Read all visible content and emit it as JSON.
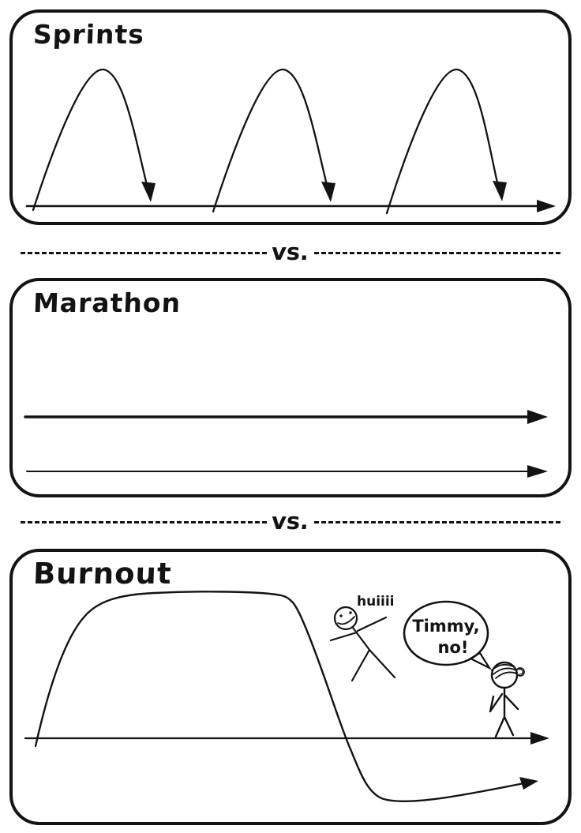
{
  "page": {
    "ink_color": "#131313",
    "background_color": "#ffffff"
  },
  "panels": {
    "sprints": {
      "title": "Sprints"
    },
    "marathon": {
      "title": "Marathon"
    },
    "burnout": {
      "title": "Burnout",
      "falling_figure_exclamation": "huiiii",
      "speech_bubble_line1": "Timmy,",
      "speech_bubble_line2": "no!"
    }
  },
  "dividers": {
    "vs1": "vs.",
    "vs2": "vs."
  },
  "icons": {
    "sprints": [
      "sprint-hump-curve",
      "down-arrowhead",
      "timeline-axis-arrow"
    ],
    "marathon": [
      "steady-pace-arrow",
      "steady-pace-arrow"
    ],
    "burnout": [
      "burnout-curve",
      "timeline-axis-arrow",
      "falling-stick-figure",
      "speech-bubble",
      "watching-stick-figure"
    ]
  }
}
